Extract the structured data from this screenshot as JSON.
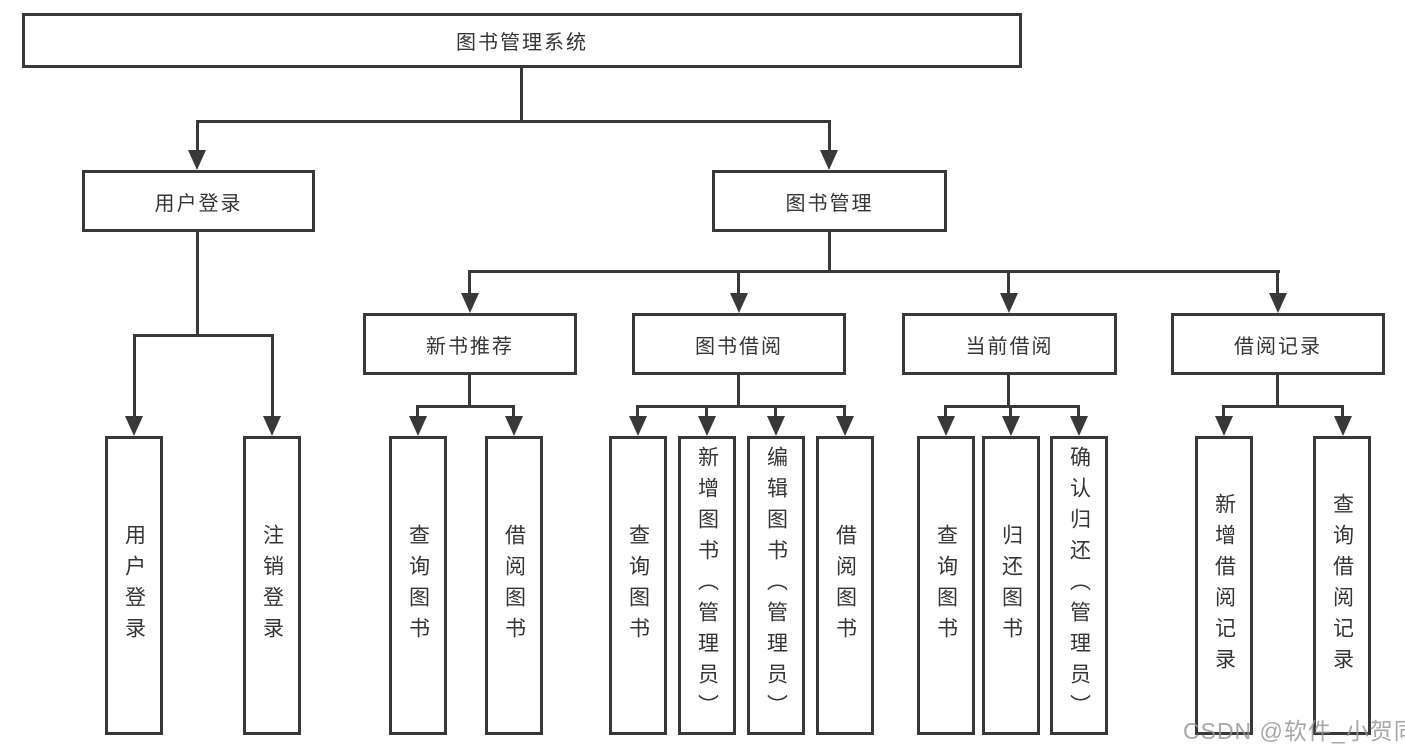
{
  "diagram": {
    "root": {
      "label": "图书管理系统"
    },
    "level2": [
      {
        "id": "user-login",
        "label": "用户登录"
      },
      {
        "id": "book-mgmt",
        "label": "图书管理"
      }
    ],
    "level3": [
      {
        "id": "new-book",
        "label": "新书推荐"
      },
      {
        "id": "book-borrow",
        "label": "图书借阅"
      },
      {
        "id": "current-borrow",
        "label": "当前借阅"
      },
      {
        "id": "borrow-record",
        "label": "借阅记录"
      }
    ],
    "leaves": [
      {
        "id": "user-login-leaf",
        "label": "用户登录"
      },
      {
        "id": "logout",
        "label": "注销登录"
      },
      {
        "id": "newbook-query",
        "label": "查询图书"
      },
      {
        "id": "newbook-borrow",
        "label": "借阅图书"
      },
      {
        "id": "borrow-query",
        "label": "查询图书"
      },
      {
        "id": "borrow-add",
        "label": "新增图书（管理员）"
      },
      {
        "id": "borrow-edit",
        "label": "编辑图书（管理员）"
      },
      {
        "id": "borrow-borrow",
        "label": "借阅图书"
      },
      {
        "id": "current-query",
        "label": "查询图书"
      },
      {
        "id": "current-return",
        "label": "归还图书"
      },
      {
        "id": "current-confirm",
        "label": "确认归还（管理员）"
      },
      {
        "id": "record-add",
        "label": "新增借阅记录"
      },
      {
        "id": "record-query",
        "label": "查询借阅记录"
      }
    ]
  },
  "colors": {
    "line": "#383838",
    "text": "#353535",
    "background": "#ffffff"
  },
  "watermark": {
    "text": "CSDN @软件_小贺同学"
  }
}
